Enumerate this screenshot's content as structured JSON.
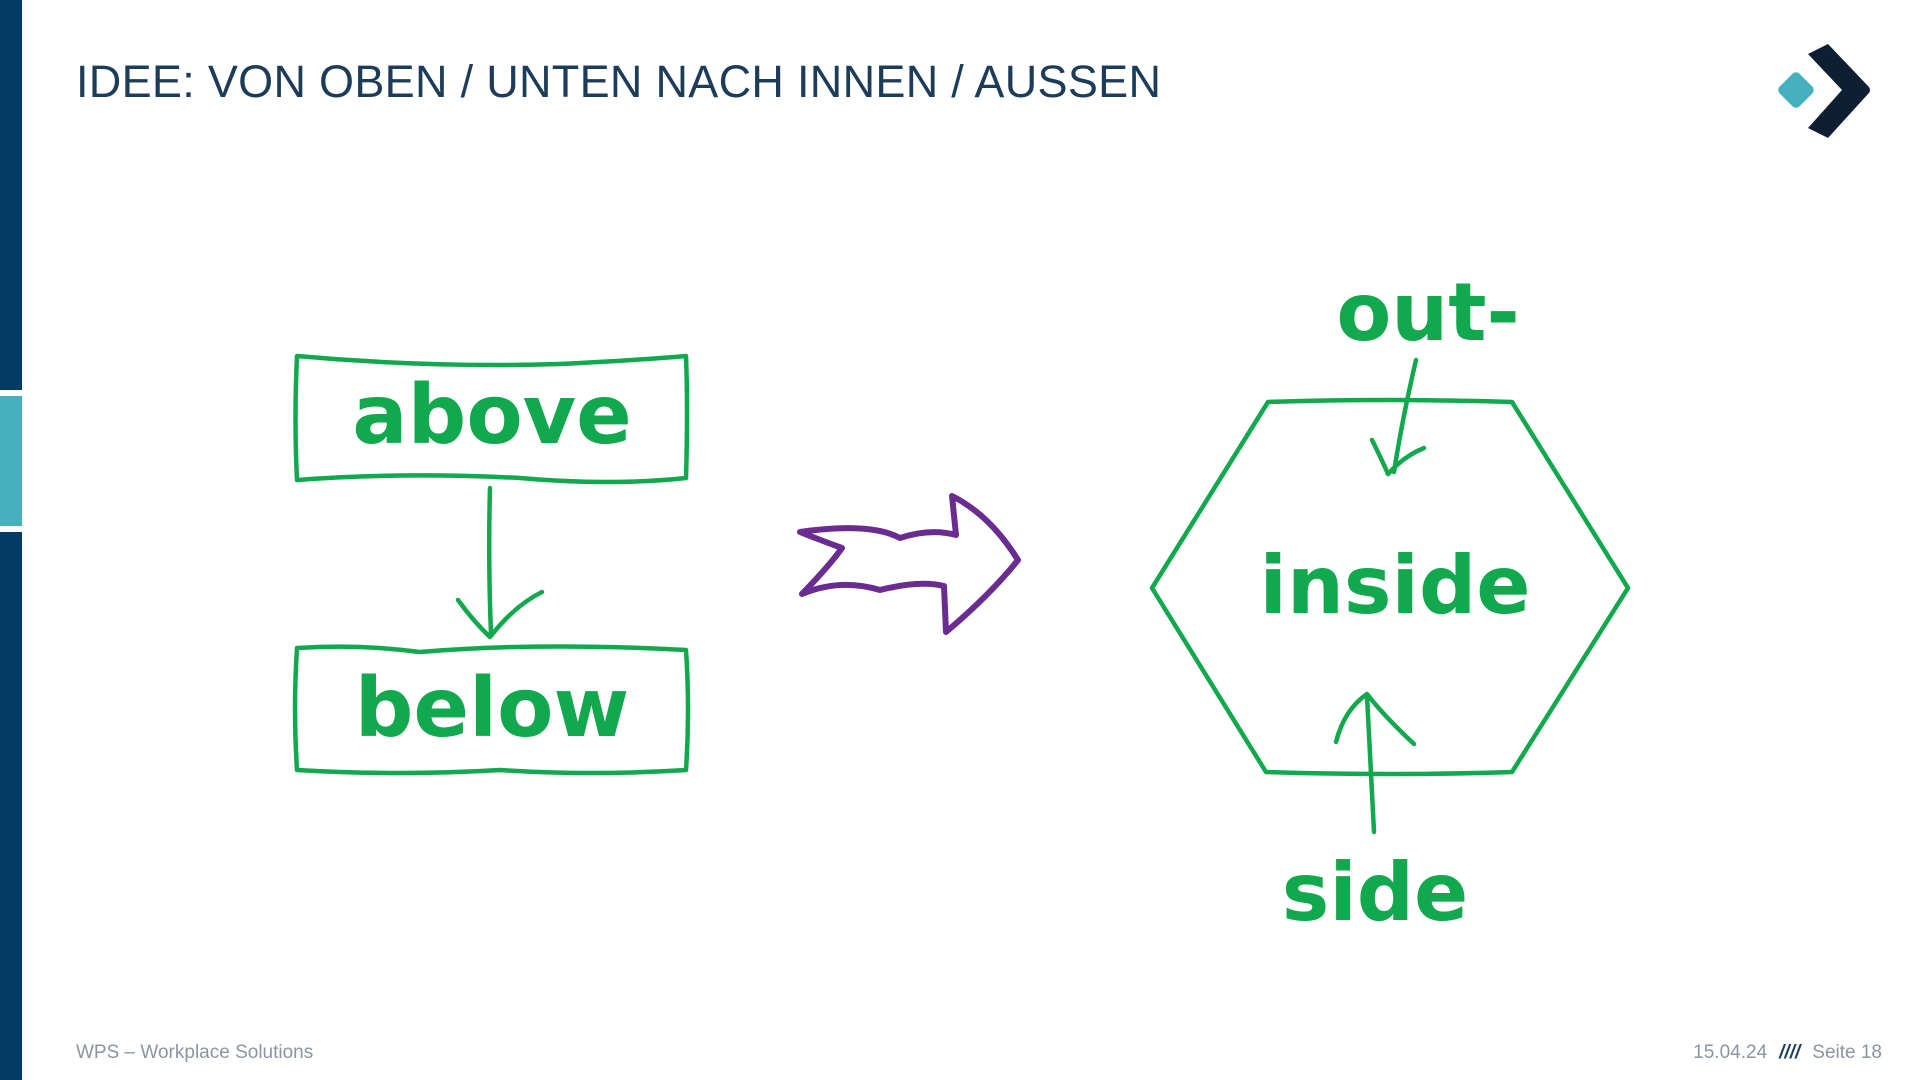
{
  "slide": {
    "title": "IDEE: VON OBEN / UNTEN NACH INNEN / AUSSEN"
  },
  "diagram": {
    "box_top": "above",
    "box_bottom": "below",
    "hex_center": "inside",
    "outside_top": "out-",
    "outside_bottom": "side"
  },
  "footer": {
    "company": "WPS – Workplace Solutions",
    "date": "15.04.24",
    "separator": "////",
    "page": "Seite 18"
  },
  "colors": {
    "navy": "#023b64",
    "teal": "#47b0bf",
    "green": "#12a84e",
    "purple": "#6a2c91"
  }
}
